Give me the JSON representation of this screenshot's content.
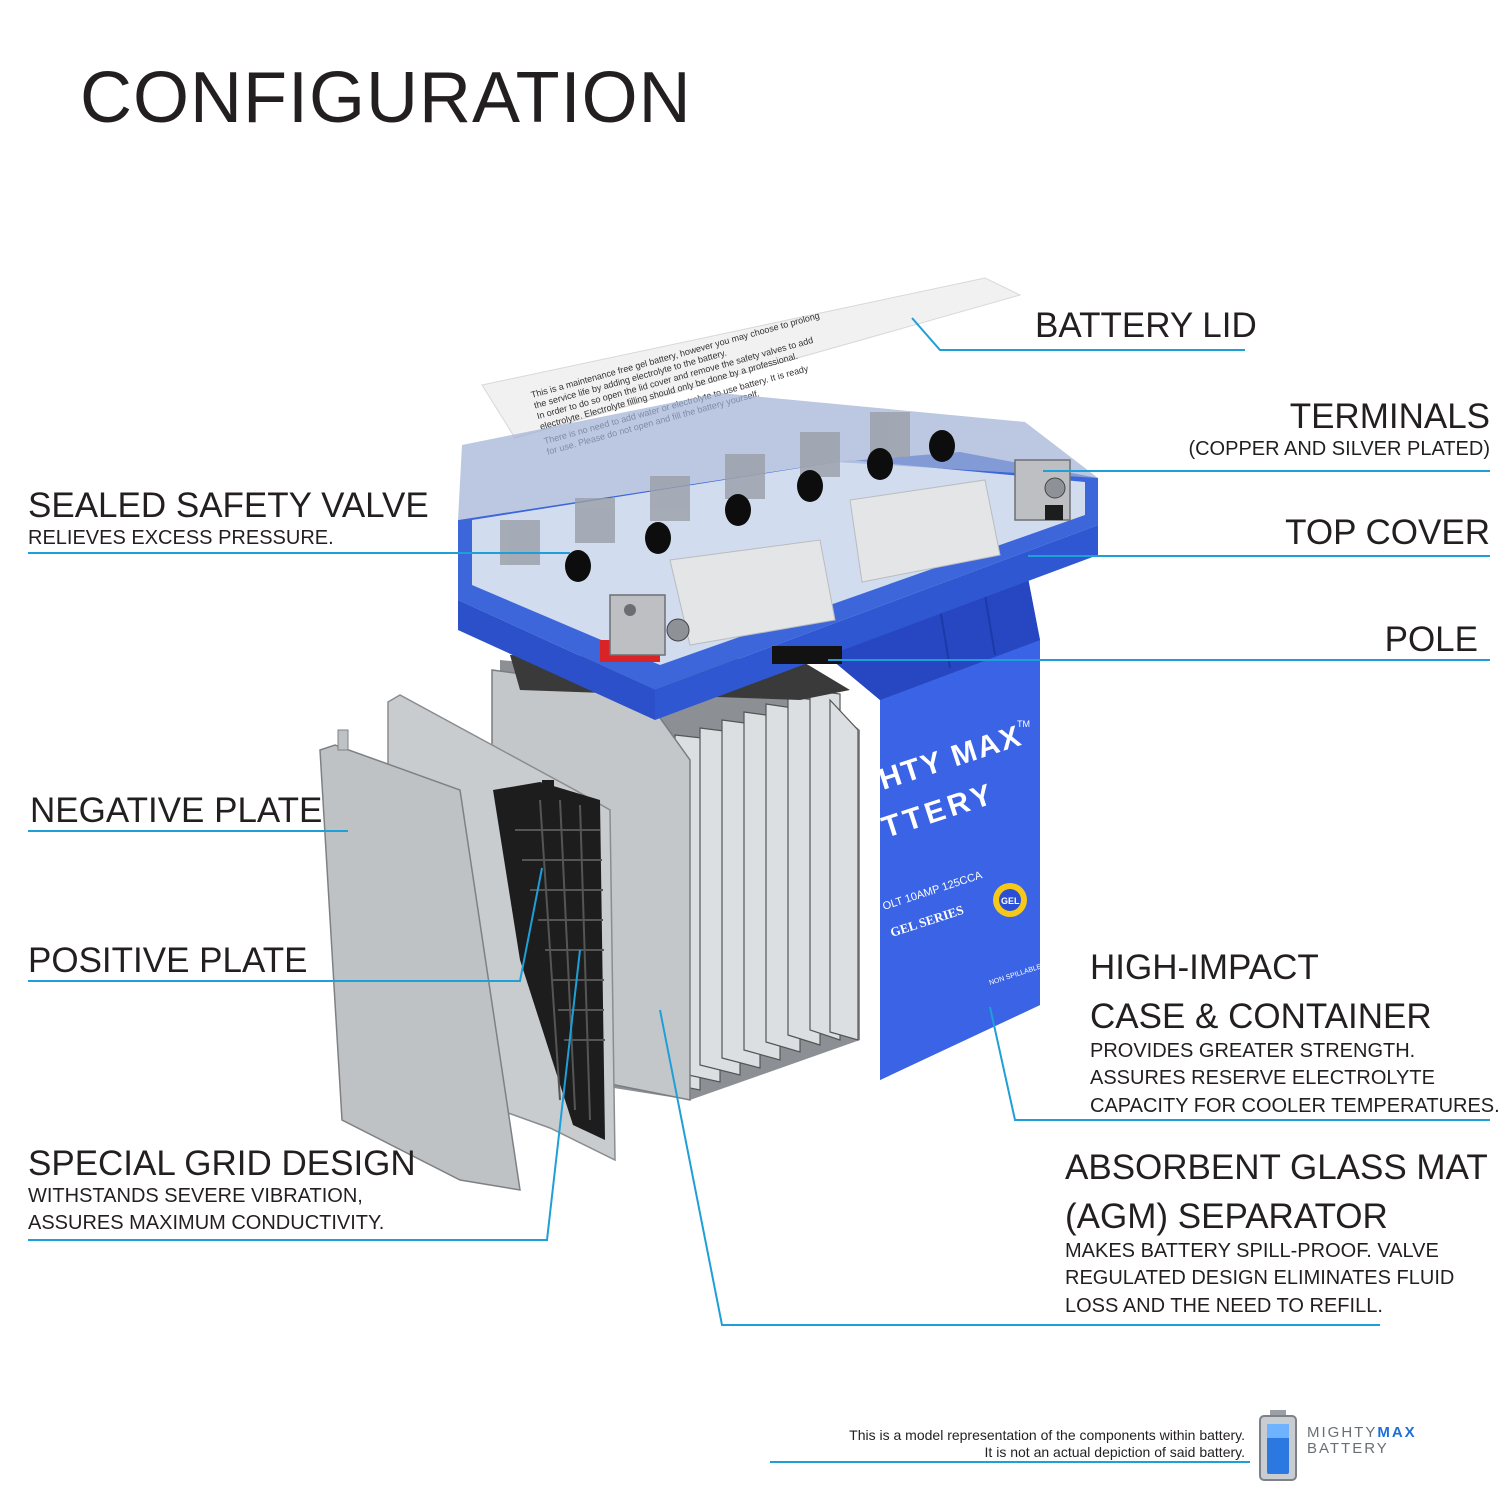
{
  "title": "CONFIGURATION",
  "colors": {
    "accent": "#1e9fd8",
    "battery_blue": "#2a4fd4",
    "plate_gray": "#b9bcbf",
    "text": "#231f20"
  },
  "labels": {
    "battery_lid": {
      "title": "BATTERY LID"
    },
    "terminals": {
      "title": "TERMINALS",
      "desc": "(COPPER AND SILVER PLATED)"
    },
    "top_cover": {
      "title": "TOP COVER"
    },
    "pole": {
      "title": "POLE"
    },
    "sealed_safety_valve": {
      "title": "SEALED SAFETY VALVE",
      "desc": "RELIEVES EXCESS PRESSURE."
    },
    "negative_plate": {
      "title": "NEGATIVE PLATE"
    },
    "positive_plate": {
      "title": "POSITIVE PLATE"
    },
    "special_grid_design": {
      "title": "SPECIAL GRID DESIGN",
      "desc": [
        "WITHSTANDS SEVERE VIBRATION,",
        "ASSURES MAXIMUM CONDUCTIVITY."
      ]
    },
    "high_impact_case": {
      "title": [
        "HIGH-IMPACT",
        "CASE & CONTAINER"
      ],
      "desc": [
        "PROVIDES GREATER STRENGTH.",
        "ASSURES RESERVE ELECTROLYTE",
        "CAPACITY FOR COOLER TEMPERATURES."
      ]
    },
    "agm_separator": {
      "title": [
        "ABSORBENT GLASS MAT",
        "(AGM) SEPARATOR"
      ],
      "desc": [
        "MAKES BATTERY SPILL-PROOF. VALVE",
        "REGULATED DESIGN ELIMINATES FLUID",
        "LOSS AND THE NEED TO REFILL."
      ]
    }
  },
  "battery_print": {
    "brand_line1": "HTY MAX",
    "brand_line2": "TTERY",
    "trademark": "TM",
    "spec": "OLT 10AMP 125CCA",
    "series": "GEL SERIES",
    "gel_badge": "GEL",
    "non_spillable": "NON SPILLABLE"
  },
  "lid_text": "This is a maintenance free gel battery, however you may choose to prolong the service life by adding electrolyte to the battery. In order to do so open the lid cover and remove the safety valves to add electrolyte. Electrolyte filling should only be done by a professional. There is no need to add water or electrolyte to use battery. It is ready for use. Please do not open and fill the battery yourself.",
  "footer": {
    "note_line1": "This is a model representation of the components within battery.",
    "note_line2": "It is not an actual depiction of said battery.",
    "logo_line1_a": "MIGHTY",
    "logo_line1_b": "MAX",
    "logo_line2": "BATTERY"
  }
}
